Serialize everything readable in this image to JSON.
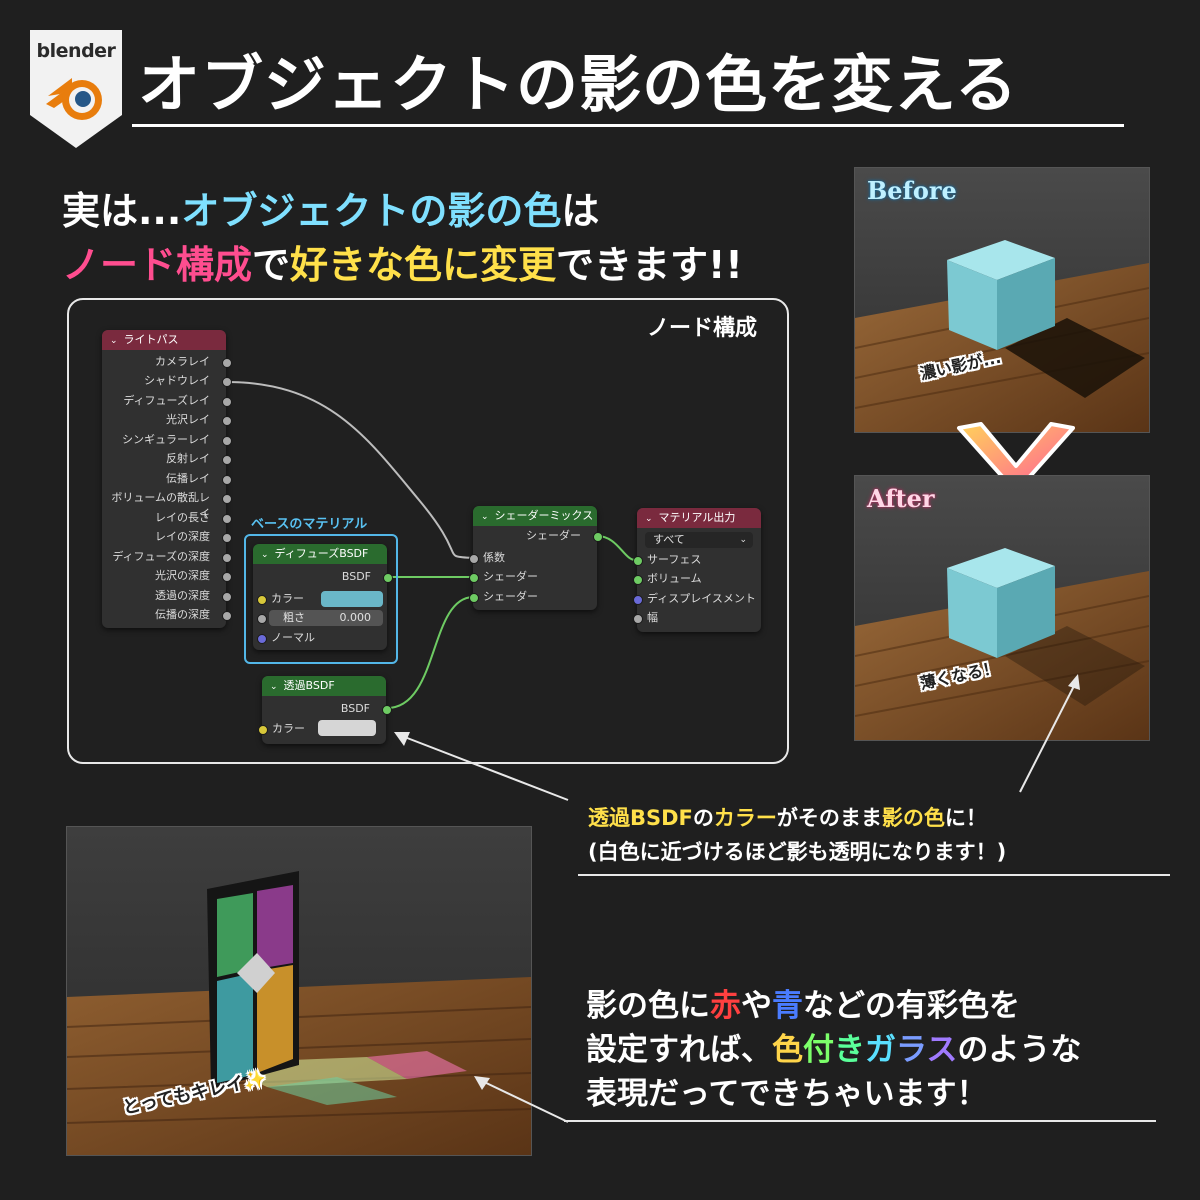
{
  "logo": {
    "text": "blender",
    "icon": "blender-logo-icon"
  },
  "title": "オブジェクトの影の色を変える",
  "intro": {
    "line1": [
      {
        "text": "実は...",
        "color": "#ffffff"
      },
      {
        "text": "オブジェクトの影の色",
        "color": "#7fe0ff"
      },
      {
        "text": "は",
        "color": "#ffffff"
      }
    ],
    "line2": [
      {
        "text": "ノード構成",
        "color": "#ff4d8f"
      },
      {
        "text": "で",
        "color": "#ffffff"
      },
      {
        "text": "好きな色に変更",
        "color": "#ffe04a"
      },
      {
        "text": "できます!!",
        "color": "#ffffff"
      }
    ]
  },
  "node_panel": {
    "title": "ノード構成",
    "light_path": {
      "title": "ライトパス",
      "outputs": [
        "カメラレイ",
        "シャドウレイ",
        "ディフューズレイ",
        "光沢レイ",
        "シンギュラーレイ",
        "反射レイ",
        "伝播レイ",
        "ボリュームの散乱レイ",
        "レイの長さ",
        "レイの深度",
        "ディフューズの深度",
        "光沢の深度",
        "透過の深度",
        "伝播の深度"
      ]
    },
    "base_material_label": "ベースのマテリアル",
    "diffuse": {
      "title": "ディフューズBSDF",
      "output": "BSDF",
      "color_label": "カラー",
      "color_value": "#6ab7c8",
      "roughness_label": "粗さ",
      "roughness_value": "0.000",
      "normal_label": "ノーマル"
    },
    "transparent": {
      "title": "透過BSDF",
      "output": "BSDF",
      "color_label": "カラー",
      "color_value": "#d6d6d6"
    },
    "mix": {
      "title": "シェーダーミックス",
      "output": "シェーダー",
      "inputs": [
        "係数",
        "シェーダー",
        "シェーダー"
      ]
    },
    "output": {
      "title": "マテリアル出力",
      "target": "すべて",
      "inputs": [
        "サーフェス",
        "ボリューム",
        "ディスプレイスメント",
        "幅"
      ]
    }
  },
  "renders": {
    "before_label": "Before",
    "before_caption": "濃い影が...",
    "after_label": "After",
    "after_caption": "薄くなる！",
    "glass_caption": "とってもキレイ✨"
  },
  "callout1": {
    "line1": [
      {
        "text": "透過BSDF",
        "color": "#ffe04a"
      },
      {
        "text": "の",
        "color": "#ffffff"
      },
      {
        "text": "カラー",
        "color": "#ffe04a"
      },
      {
        "text": "がそのまま",
        "color": "#ffffff"
      },
      {
        "text": "影の色",
        "color": "#ffe04a"
      },
      {
        "text": "に！",
        "color": "#ffffff"
      }
    ],
    "line2": "(白色に近づけるほど影も透明になります！)"
  },
  "callout2": {
    "line1": [
      {
        "text": "影の色に",
        "color": "#ffffff"
      },
      {
        "text": "赤",
        "color": "#ff4040"
      },
      {
        "text": "や",
        "color": "#ffffff"
      },
      {
        "text": "青",
        "color": "#4a7cff"
      },
      {
        "text": "などの有彩色を",
        "color": "#ffffff"
      }
    ],
    "line2": [
      {
        "text": "設定すれば、",
        "color": "#ffffff"
      },
      {
        "text": "色",
        "color": "#ffd54a"
      },
      {
        "text": "付",
        "color": "#9cff6a"
      },
      {
        "text": "き",
        "color": "#5aff9a"
      },
      {
        "text": "ガ",
        "color": "#5ae0ff"
      },
      {
        "text": "ラ",
        "color": "#7a9cff"
      },
      {
        "text": "ス",
        "color": "#c07aff"
      },
      {
        "text": "のような",
        "color": "#ffffff"
      }
    ],
    "line3": "表現だってできちゃいます！"
  }
}
